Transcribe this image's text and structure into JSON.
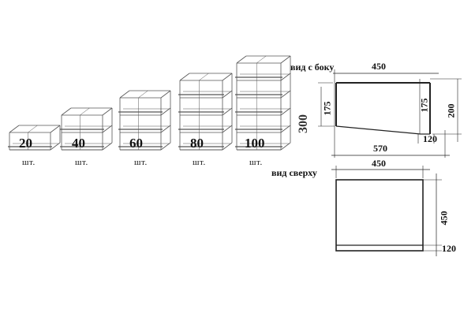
{
  "stacks": [
    {
      "qty": "20",
      "unit": "шт."
    },
    {
      "qty": "40",
      "unit": "шт."
    },
    {
      "qty": "60",
      "unit": "шт."
    },
    {
      "qty": "80",
      "unit": "шт."
    },
    {
      "qty": "100",
      "unit": "шт."
    }
  ],
  "side_view": {
    "label": "вид с боку",
    "top_width": "450",
    "bottom_width": "570",
    "left_height": "175",
    "right_height": "175",
    "overall_height": "200",
    "step": "120",
    "total_height": "300"
  },
  "top_view": {
    "label": "вид сверху",
    "width": "450",
    "depth": "450",
    "lip": "120"
  }
}
